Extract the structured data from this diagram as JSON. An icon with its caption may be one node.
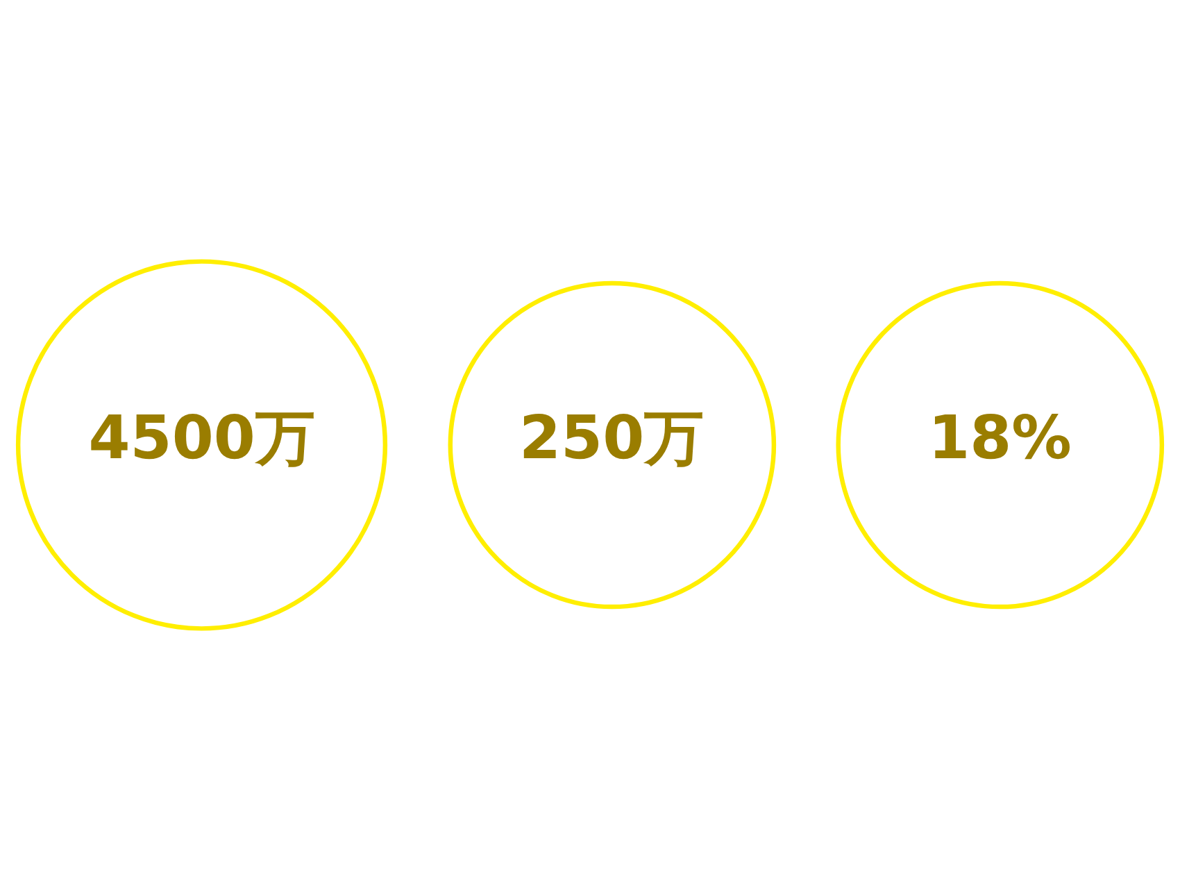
{
  "diagram": {
    "nodes": [
      {
        "text": [
          "4500万"
        ]
      },
      {
        "text": [
          "250万"
        ]
      },
      {
        "text": [
          "18%"
        ]
      }
    ]
  }
}
